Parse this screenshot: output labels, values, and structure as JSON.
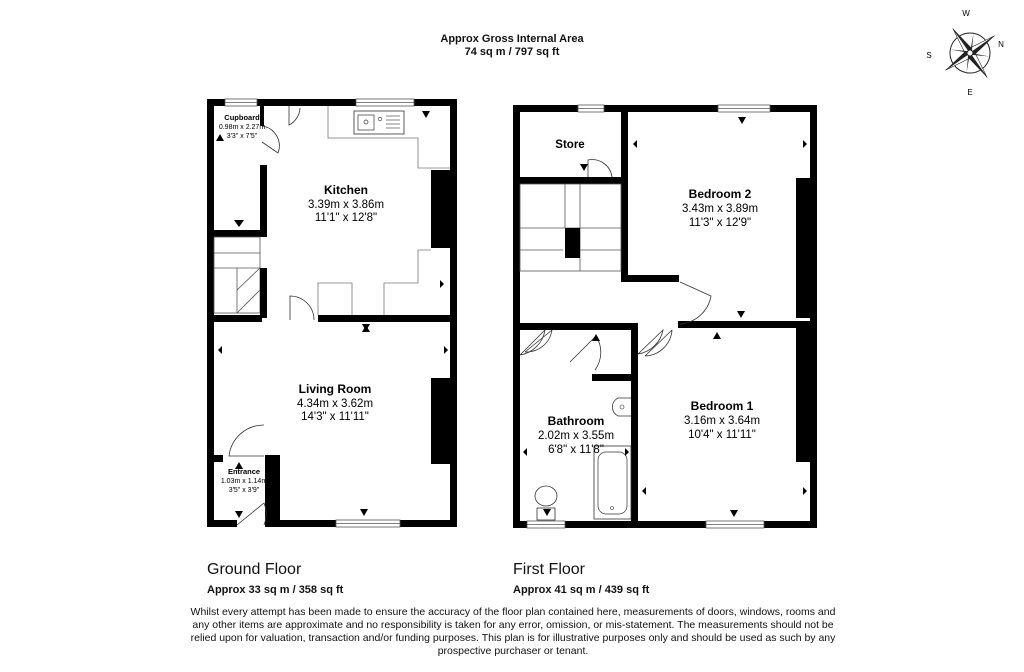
{
  "header": {
    "line1": "Approx Gross Internal Area",
    "line2": "74 sq m / 797 sq ft"
  },
  "compass": {
    "n": "N",
    "e": "E",
    "s": "S",
    "w": "W"
  },
  "ground": {
    "title": "Ground Floor",
    "area": "Approx 33 sq m / 358 sq ft",
    "rooms": {
      "kitchen": {
        "name": "Kitchen",
        "m": "3.39m x 3.86m",
        "ft": "11'1\" x 12'8\""
      },
      "living": {
        "name": "Living Room",
        "m": "4.34m x 3.62m",
        "ft": "14'3\" x 11'11\""
      },
      "cupboard": {
        "name": "Cupboard",
        "m": "0.98m x 2.27m",
        "ft": "3'3\" x 7'5\""
      },
      "entrance": {
        "name": "Entrance",
        "m": "1.03m x 1.14m",
        "ft": "3'5\" x 3'9\""
      }
    }
  },
  "first": {
    "title": "First Floor",
    "area": "Approx 41 sq m / 439 sq ft",
    "rooms": {
      "store": {
        "name": "Store"
      },
      "bed2": {
        "name": "Bedroom 2",
        "m": "3.43m x 3.89m",
        "ft": "11'3\" x 12'9\""
      },
      "bathroom": {
        "name": "Bathroom",
        "m": "2.02m x 3.55m",
        "ft": "6'8\" x 11'8\""
      },
      "bed1": {
        "name": "Bedroom 1",
        "m": "3.16m x 3.64m",
        "ft": "10'4\" x 11'11\""
      }
    }
  },
  "disclaimer": "Whilst every attempt has been made to ensure the accuracy of the floor plan contained here, measurements of doors, windows, rooms and any other items are approximate and no responsibility is taken for any error, omission, or mis-statement. The measurements should not be relied upon for valuation, transaction and/or funding purposes. This plan is for illustrative purposes only and should be used as such by any prospective purchaser or tenant."
}
